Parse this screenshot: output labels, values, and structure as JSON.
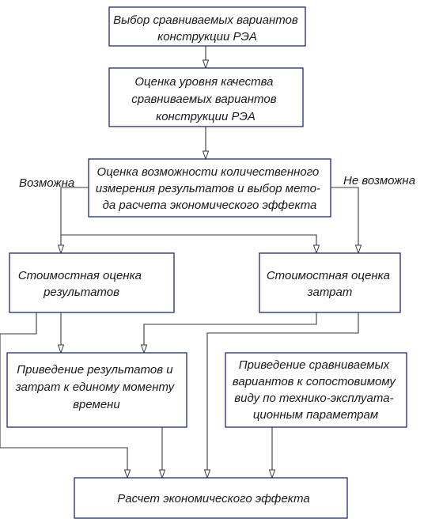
{
  "nodes": {
    "select_variants": {
      "lines": [
        "Выбор сравниваемых вариантов",
        "конструкции РЭА"
      ]
    },
    "quality_assessment": {
      "lines": [
        "Оценка уровня качества",
        "сравниваемых вариантов",
        "конструкции РЭА"
      ]
    },
    "measurement_possibility": {
      "lines": [
        "Оценка возможности количественного",
        "измерения результатов и выбор мето-",
        "да расчета экономического эффекта"
      ]
    },
    "cost_results": {
      "lines": [
        "Стоимостная оценка",
        "результатов"
      ]
    },
    "cost_expenses": {
      "lines": [
        "Стоимостная оценка",
        "затрат"
      ]
    },
    "time_reduction": {
      "lines": [
        "Приведение результатов и",
        "затрат к единому моменту",
        "времени"
      ]
    },
    "comparable_reduction": {
      "lines": [
        "Приведение сравниваемых",
        "вариантов к сопостовимому",
        "виду по технико-эксплуата-",
        "ционным параметрам"
      ]
    },
    "effect_calculation": {
      "lines": [
        "Расчет экономического эффекта"
      ]
    }
  },
  "branch_labels": {
    "possible": "Возможна",
    "not_possible": "Не возможна"
  },
  "colors": {
    "box_border": "#1f2a7a",
    "line": "#3a3a3a",
    "text": "#1a1a1a"
  }
}
